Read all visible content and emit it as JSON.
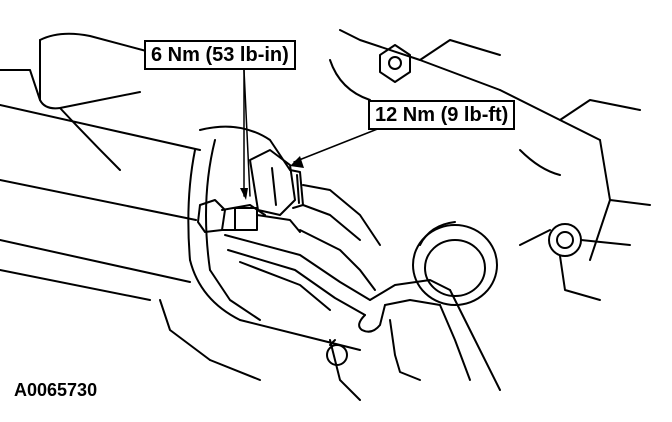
{
  "callouts": {
    "small_nut_torque": "6 Nm (53 lb-in)",
    "large_nut_torque": "12 Nm (9 lb-ft)"
  },
  "figure_id": "A0065730",
  "colors": {
    "line": "#000000",
    "background": "#ffffff"
  }
}
